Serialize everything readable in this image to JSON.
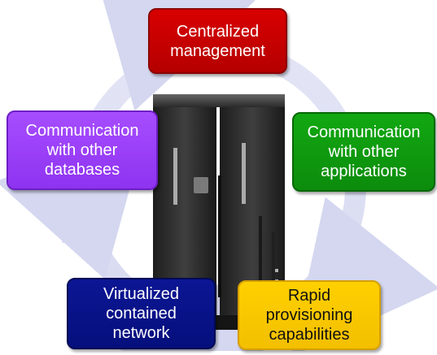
{
  "diagram": {
    "ring_color": "#d8daf0",
    "server_color": "#2a2a2a",
    "nodes": [
      {
        "label": "Centralized\nmanagement",
        "color": "#c40000"
      },
      {
        "label": "Communication\nwith other\napplications",
        "color": "#0f9b0f"
      },
      {
        "label": "Rapid\nprovisioning\ncapabilities",
        "color": "#f7c600"
      },
      {
        "label": "Virtualized\ncontained\nnetwork",
        "color": "#09137f"
      },
      {
        "label": "Communication\nwith other\ndatabases",
        "color": "#9a3cf2"
      }
    ]
  }
}
